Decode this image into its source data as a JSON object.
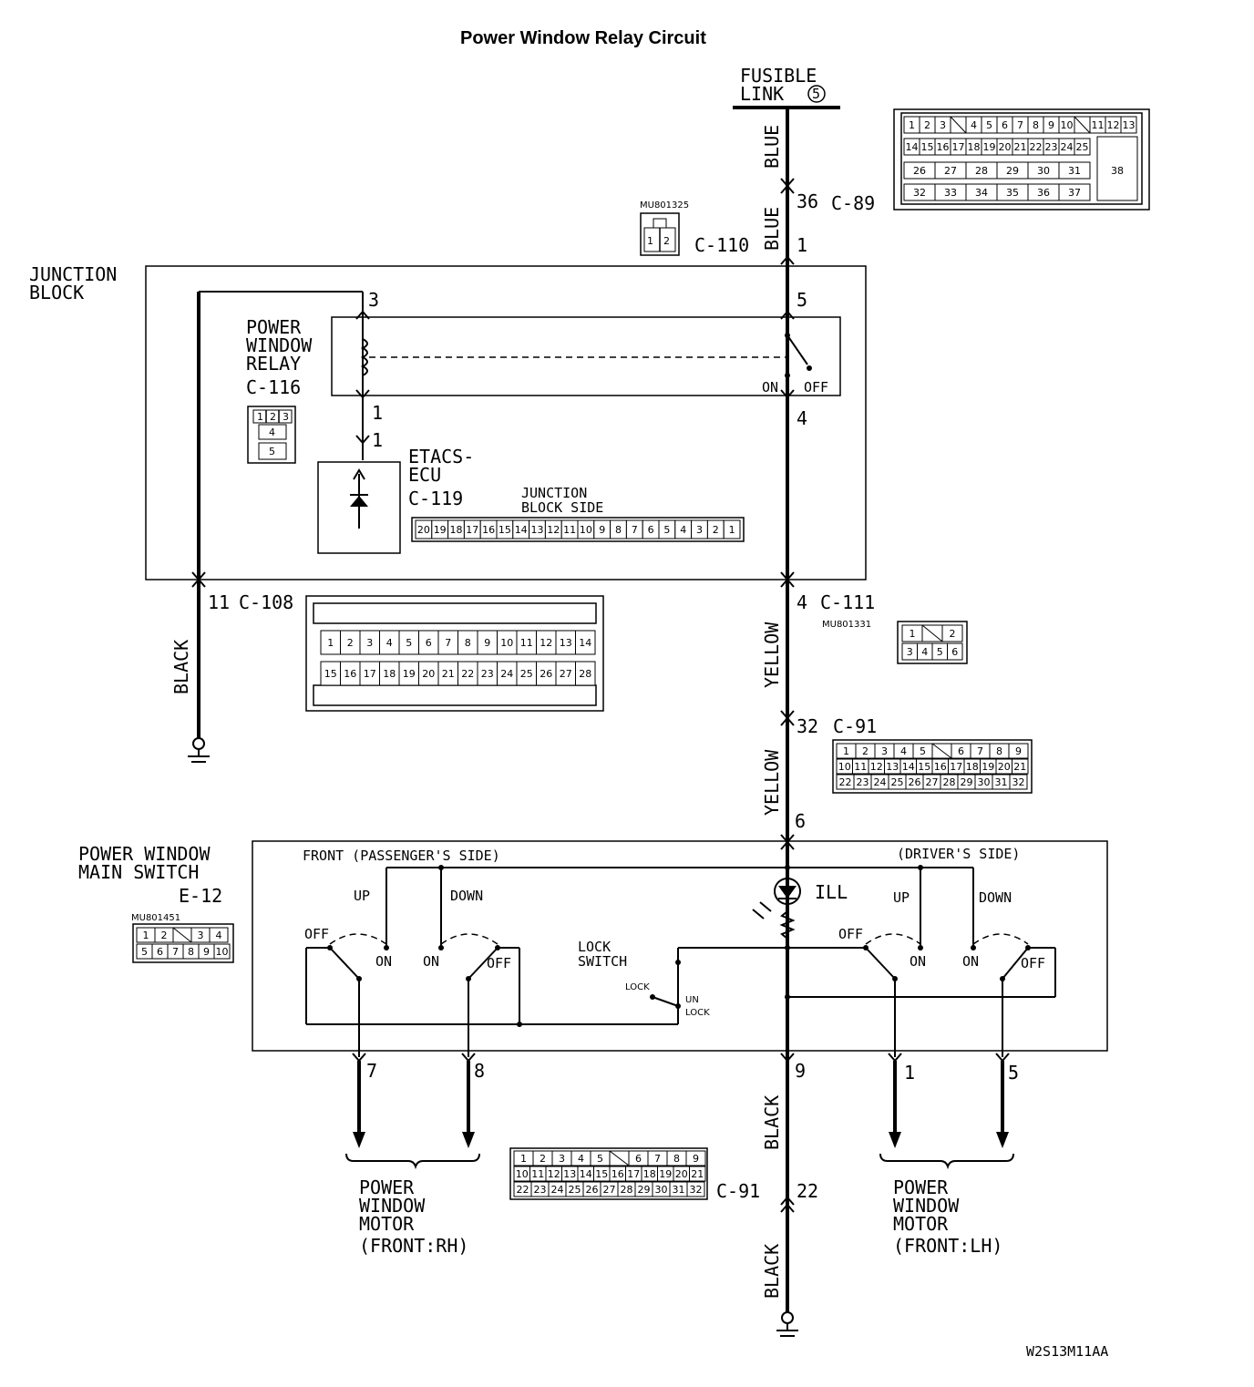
{
  "title": "Power Window Relay Circuit",
  "drawing_code": "W2S13M11AA",
  "fusible_link": {
    "line1": "FUSIBLE",
    "line2": "LINK",
    "number": "5"
  },
  "wire_colors": {
    "blue": "BLUE",
    "yellow": "YELLOW",
    "black": "BLACK"
  },
  "connectors": {
    "c89": {
      "code": "C-89",
      "pin": "36"
    },
    "c110": {
      "code": "C-110",
      "pin": "1",
      "part": "MU801325"
    },
    "c108": {
      "code": "C-108",
      "pin": "11"
    },
    "c111": {
      "code": "C-111",
      "pin": "4",
      "part": "MU801331"
    },
    "c91_top": {
      "code": "C-91",
      "pin": "32"
    },
    "c91_bottom": {
      "code": "C-91",
      "pin": "22"
    },
    "c116": {
      "code": "C-116"
    },
    "c119": {
      "code": "C-119"
    },
    "e12": {
      "code": "E-12",
      "part": "MU801451"
    }
  },
  "junction_block": {
    "line1": "JUNCTION",
    "line2": "BLOCK",
    "side_line1": "JUNCTION",
    "side_line2": "BLOCK SIDE",
    "pin3": "3",
    "pin5": "5",
    "pin1a": "1",
    "pin1b": "1",
    "pin4": "4"
  },
  "relay": {
    "line1": "POWER",
    "line2": "WINDOW",
    "line3": "RELAY",
    "on": "ON",
    "off": "OFF"
  },
  "etacs": {
    "line1": "ETACS-",
    "line2": "ECU"
  },
  "main_switch": {
    "line1": "POWER WINDOW",
    "line2": "MAIN SWITCH",
    "front_passenger": "FRONT (PASSENGER'S SIDE)",
    "driver": "(DRIVER'S SIDE)",
    "up": "UP",
    "down": "DOWN",
    "on": "ON",
    "off": "OFF",
    "lock_switch_line1": "LOCK",
    "lock_switch_line2": "SWITCH",
    "lock": "LOCK",
    "unlock_line1": "UN",
    "unlock_line2": "LOCK",
    "ill": "ILL",
    "pin6": "6",
    "pin7": "7",
    "pin8": "8",
    "pin9": "9",
    "pin1": "1",
    "pin5": "5"
  },
  "motor_rh": {
    "line1": "POWER",
    "line2": "WINDOW",
    "line3": "MOTOR",
    "line4": "(FRONT:RH)"
  },
  "motor_lh": {
    "line1": "POWER",
    "line2": "WINDOW",
    "line3": "MOTOR",
    "line4": "(FRONT:LH)"
  },
  "pin_grids": {
    "c89": {
      "row1": [
        "1",
        "2",
        "3",
        "",
        "4",
        "5",
        "6",
        "7",
        "8",
        "9",
        "10",
        "",
        "11",
        "12",
        "13"
      ],
      "row2": [
        "14",
        "15",
        "16",
        "17",
        "18",
        "19",
        "20",
        "21",
        "22",
        "23",
        "24",
        "25"
      ],
      "row3": [
        "26",
        "27",
        "28",
        "29",
        "30",
        "31"
      ],
      "row4": [
        "32",
        "33",
        "34",
        "35",
        "36",
        "37"
      ],
      "big": "38"
    },
    "c110": [
      "1",
      "2"
    ],
    "c116": [
      "1",
      "2",
      "3",
      "4",
      "5"
    ],
    "c119": [
      "20",
      "19",
      "18",
      "17",
      "16",
      "15",
      "14",
      "13",
      "12",
      "11",
      "10",
      "9",
      "8",
      "7",
      "6",
      "5",
      "4",
      "3",
      "2",
      "1"
    ],
    "c108_row1": [
      "1",
      "2",
      "3",
      "4",
      "5",
      "6",
      "7",
      "8",
      "9",
      "10",
      "11",
      "12",
      "13",
      "14"
    ],
    "c108_row2": [
      "15",
      "16",
      "17",
      "18",
      "19",
      "20",
      "21",
      "22",
      "23",
      "24",
      "25",
      "26",
      "27",
      "28"
    ],
    "c111_row1": [
      "1",
      "",
      "2"
    ],
    "c111_row2": [
      "3",
      "4",
      "5",
      "6"
    ],
    "c91_row1": [
      "1",
      "2",
      "3",
      "4",
      "5",
      "",
      "6",
      "7",
      "8",
      "9"
    ],
    "c91_row2": [
      "10",
      "11",
      "12",
      "13",
      "14",
      "15",
      "16",
      "17",
      "18",
      "19",
      "20",
      "21"
    ],
    "c91_row3": [
      "22",
      "23",
      "24",
      "25",
      "26",
      "27",
      "28",
      "29",
      "30",
      "31",
      "32"
    ],
    "e12_row1": [
      "1",
      "2",
      "",
      "3",
      "4"
    ],
    "e12_row2": [
      "5",
      "6",
      "7",
      "8",
      "9",
      "10"
    ]
  }
}
